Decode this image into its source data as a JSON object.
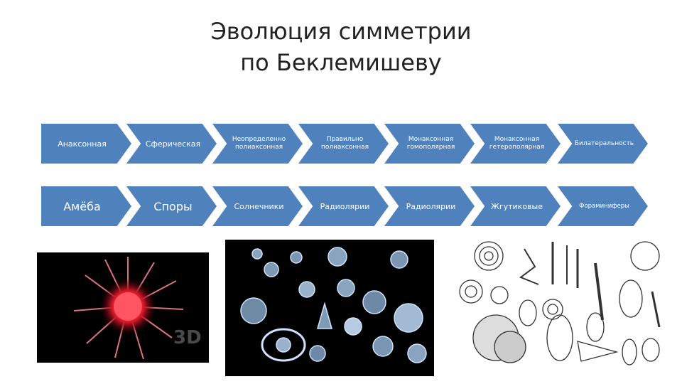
{
  "slide": {
    "title_line1": "Эволюция симметрии",
    "title_line2": "по Беклемишеву"
  },
  "symmetry_types": [
    {
      "label": "Анаксонная"
    },
    {
      "label": "Сферическая"
    },
    {
      "label": "Неопределенно полиаксонная"
    },
    {
      "label": "Правильно полиаксонная"
    },
    {
      "label": "Монаксонная гомополярная"
    },
    {
      "label": "Монаксонная гетерополярная"
    },
    {
      "label": "Билатеральность"
    }
  ],
  "organisms": [
    {
      "label": "Амёба"
    },
    {
      "label": "Споры"
    },
    {
      "label": "Солнечники"
    },
    {
      "label": "Радиолярии"
    },
    {
      "label": "Радиолярии"
    },
    {
      "label": "Жгутиковые"
    },
    {
      "label": "Фораминиферы"
    }
  ],
  "colors": {
    "chevron_fill": "#4f81bd",
    "chevron_text": "#ffffff",
    "title_text": "#222222",
    "organism_glow": "#ff2a3a"
  }
}
